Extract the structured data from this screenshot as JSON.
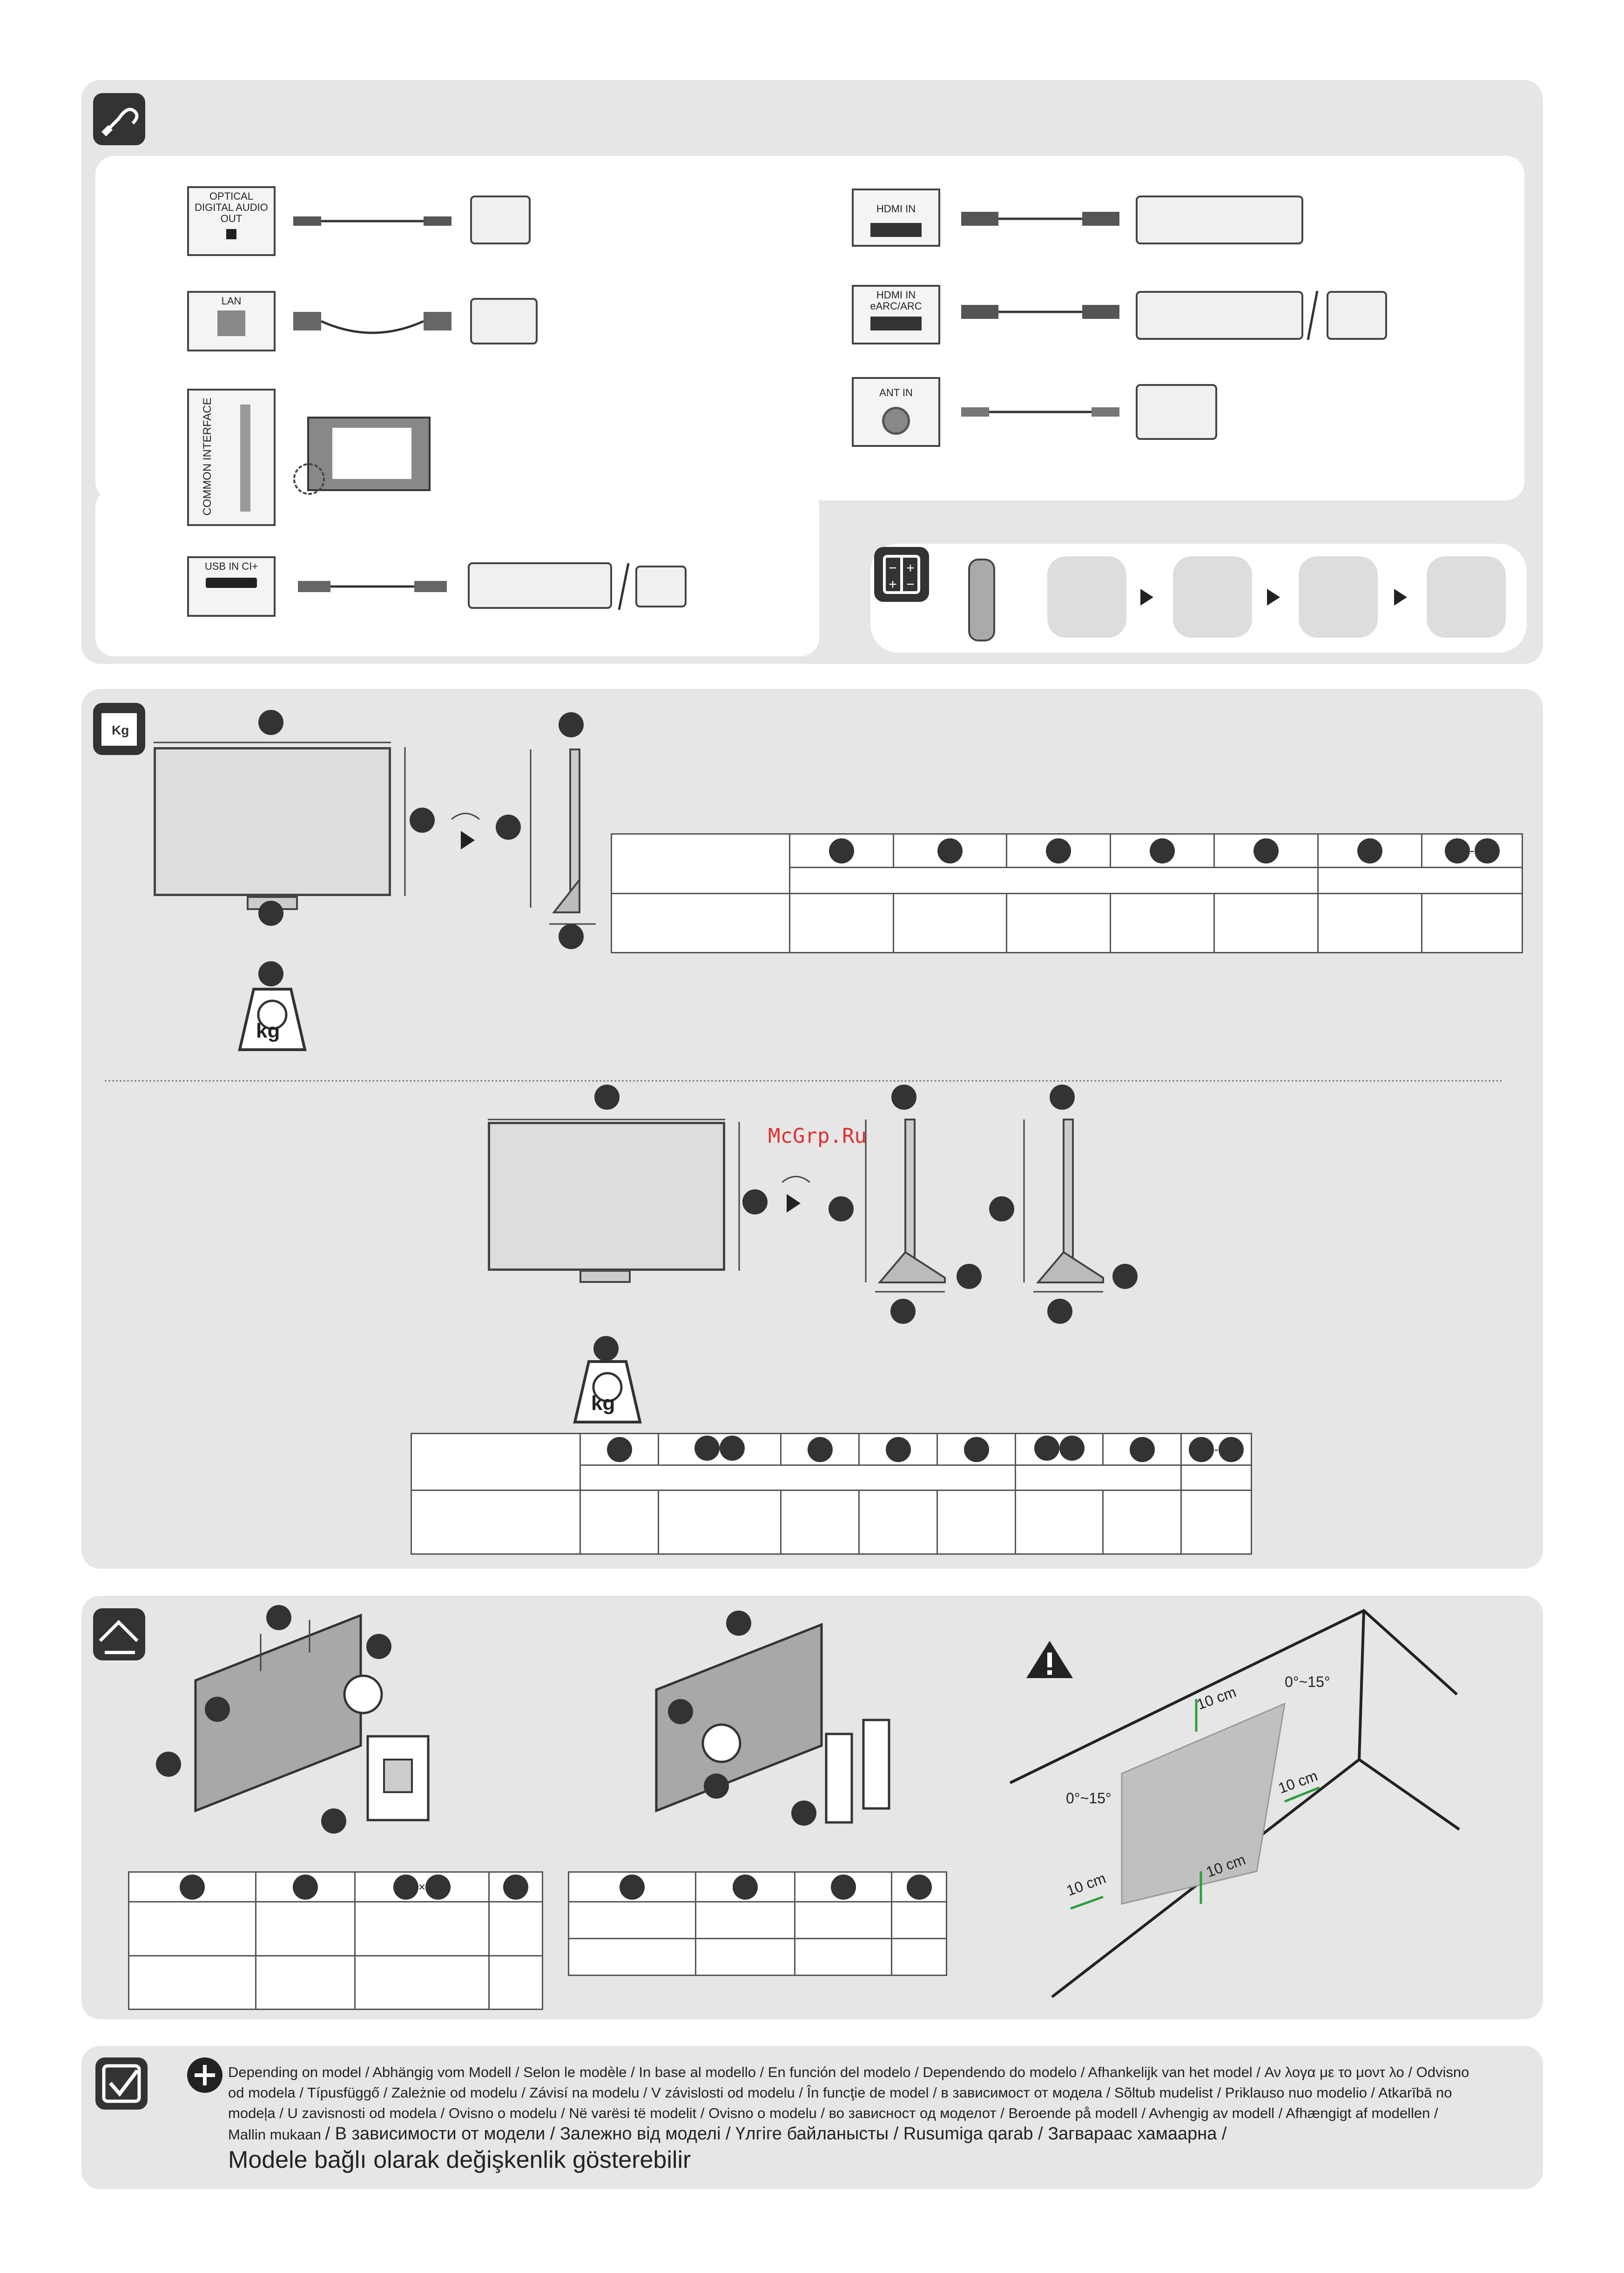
{
  "connectors": {
    "optical": "OPTICAL DIGITAL AUDIO OUT",
    "lan": "LAN",
    "common_interface": "COMMON INTERFACE",
    "usb": "USB IN CI+",
    "hdmi": "HDMI IN",
    "hdmi_earc": "HDMI IN eARC/ARC",
    "ant": "ANT IN"
  },
  "watermark": "McGrp.Ru",
  "scale_unit": "kg",
  "stand_separator": "-",
  "vesa_times": "×",
  "wall_clearance": {
    "top": "10 cm",
    "right": "10 cm",
    "bottom": "10 cm",
    "left": "10 cm",
    "tilt_top": "0°~15°",
    "tilt_left": "0°~15°"
  },
  "footer": {
    "line1": "Depending on model / Abhängig vom Modell / Selon le modèle / In base al modello / En función del modelo / Dependendo do modelo / Afhankelijk van het model / Αν λογα με το μοντ λο / Odvisno",
    "line2": "od modela / Típusfüggő / Zależnie od modelu / Závisí na modelu / V závislosti od modelu / În funcţie de model / в зависимост от модела / Sõltub mudelist / Priklauso nuo modelio / Atkarībā no",
    "line3": "modeļa / U zavisnosti od modela / Ovisno o modelu / Në varësi të modelit / Ovisno o modelu / во зависност од моделот / Beroende på modell / Avhengig av modell / Afhængigt af modellen /",
    "line4a": "Mallin mukaan",
    "line4b": "/ В зависимости от модели / Залежно від моделі / Үлгіге байланысты / Rusumiga qarab / Загвараас хамаарна /",
    "line5": "Modele bağlı olarak değişkenlik gösterebilir"
  },
  "icons": [
    "cable-icon",
    "remote-battery-icon",
    "weight-dimension-icon",
    "wall-mount-icon",
    "warning-icon",
    "checklist-icon",
    "plus-circle-icon",
    "scale-icon"
  ]
}
